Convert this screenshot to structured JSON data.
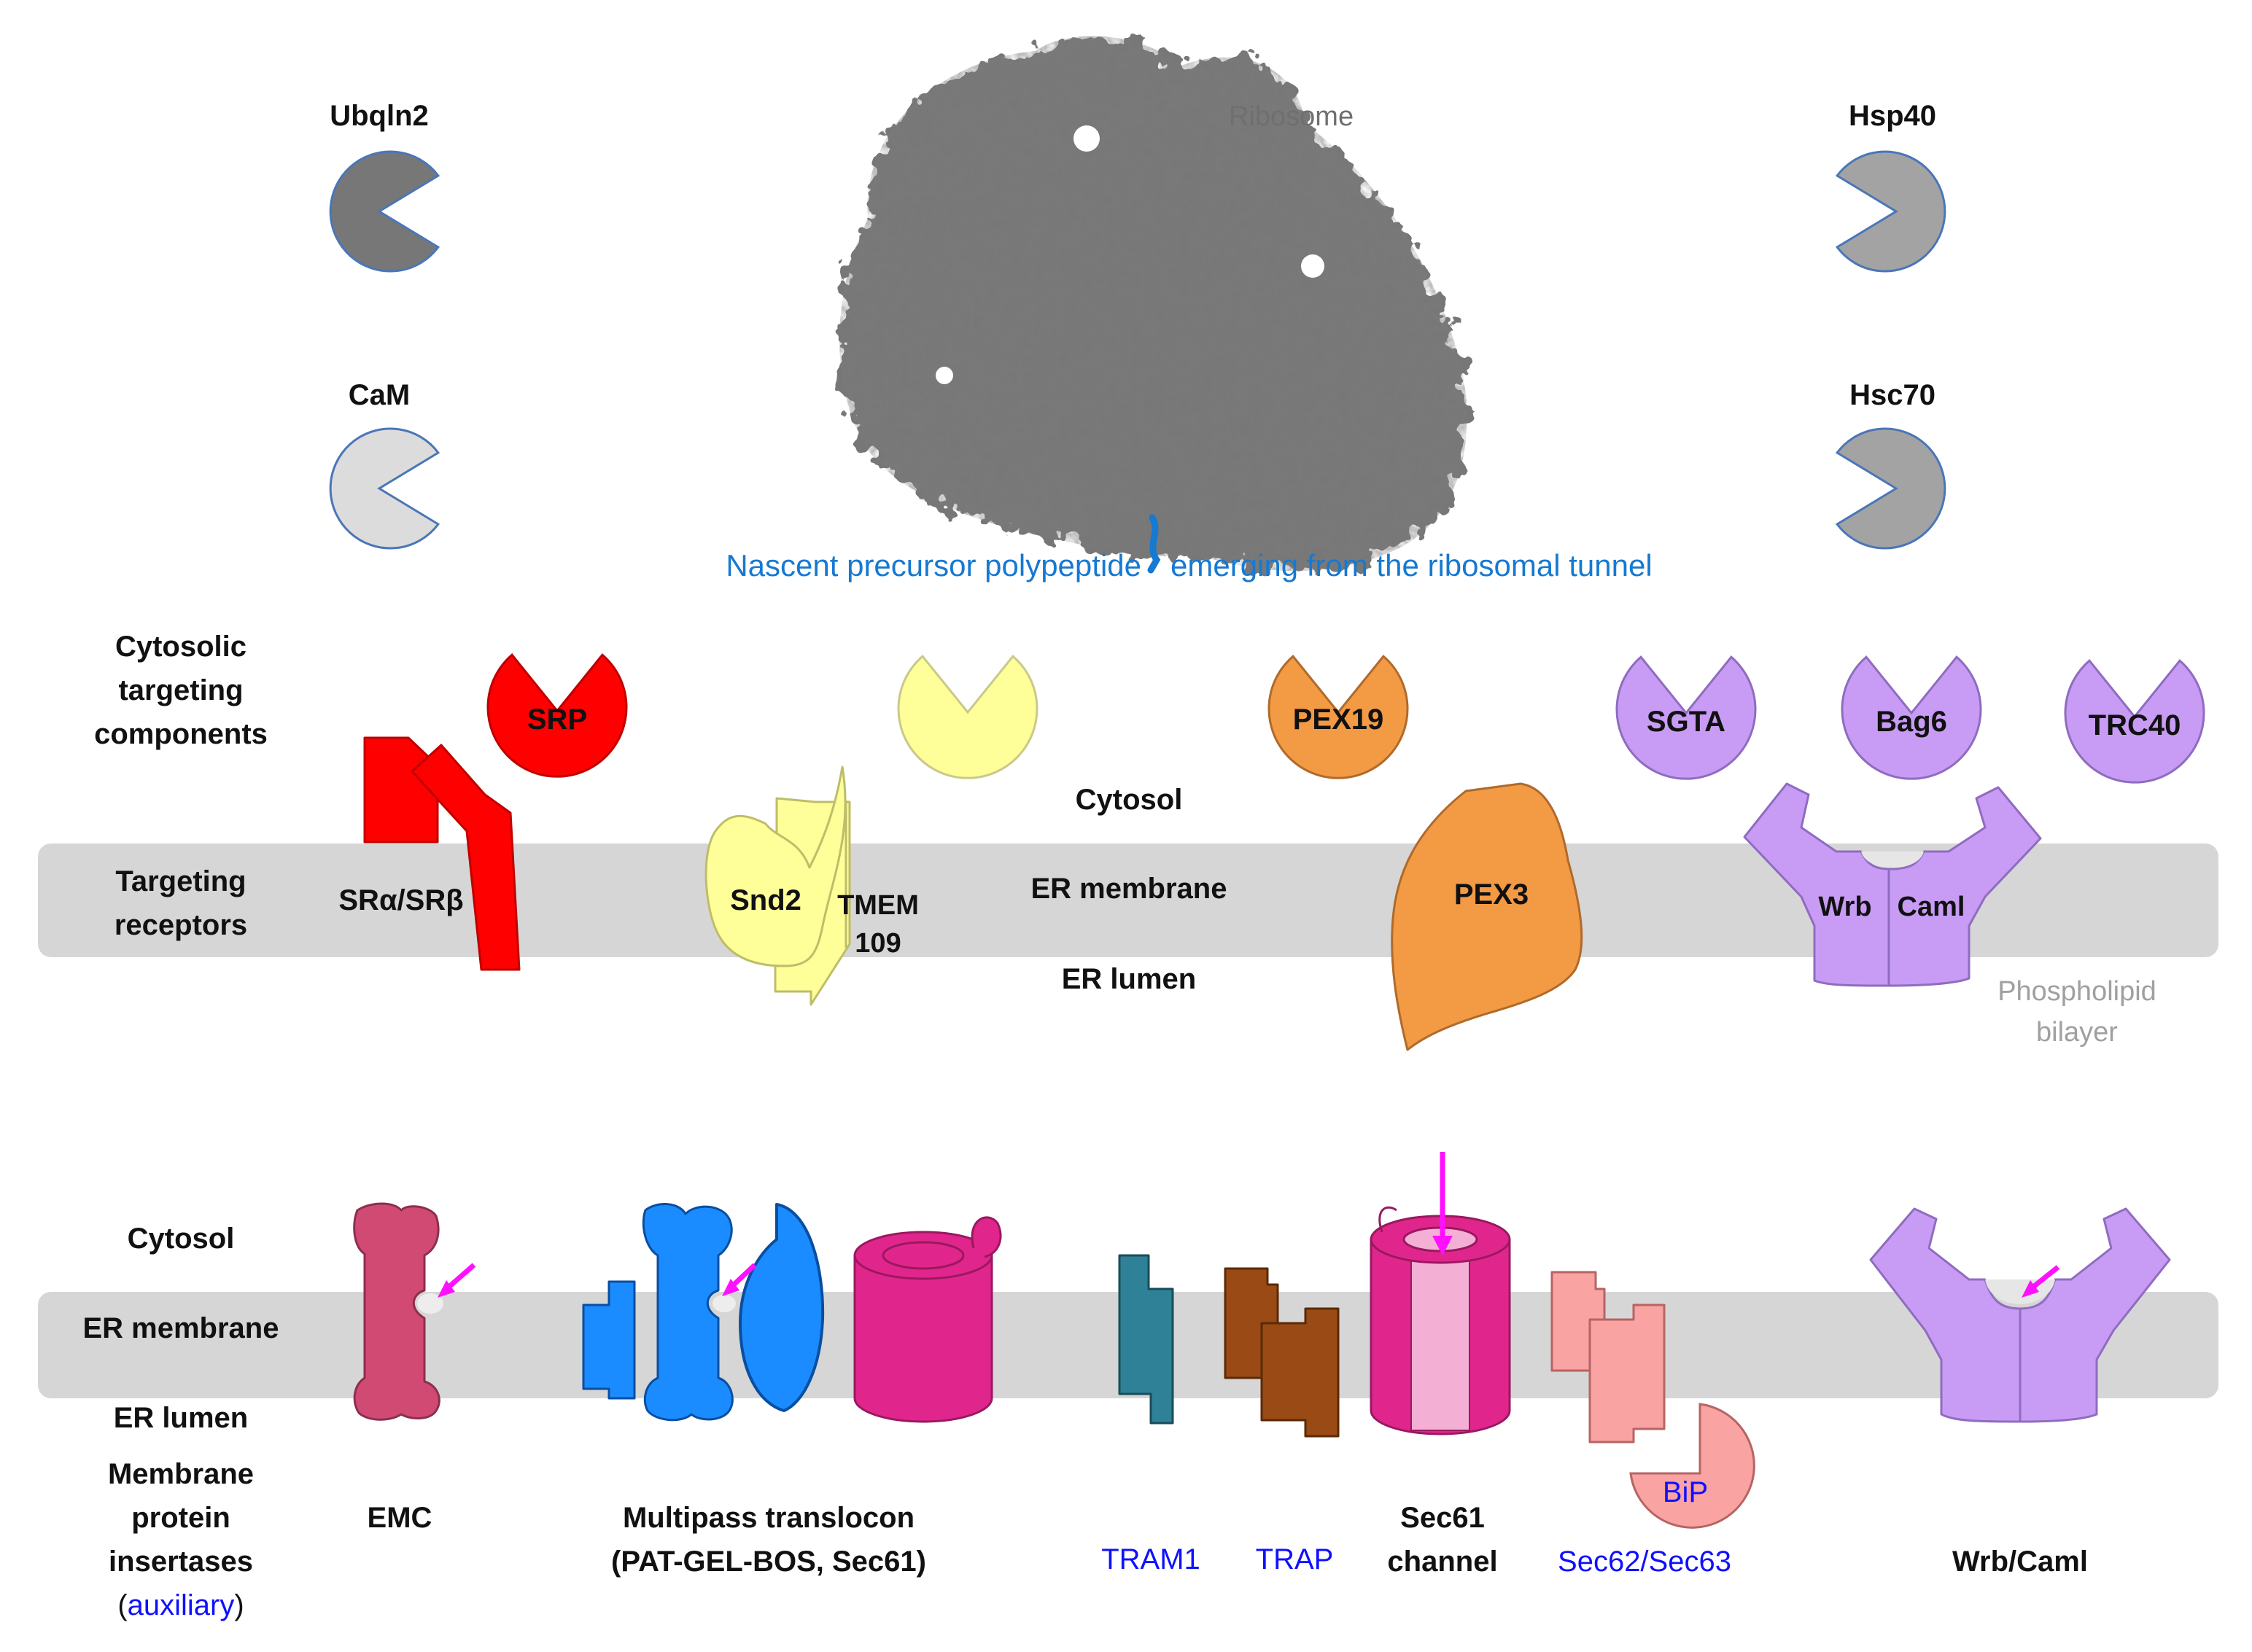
{
  "colors": {
    "membrane": "#d6d6d6",
    "ribosome": "#7a7a7a",
    "srp_red": "#ff0000",
    "yellow": "#ffff99",
    "orange": "#f39a45",
    "purple": "#c89cf4",
    "magenta": "#e0268c",
    "light_magenta": "#f4b0d4",
    "blue": "#1a8cff",
    "pink_emc": "#d14a74",
    "teal": "#2e8196",
    "brown": "#9a4a14",
    "salmon": "#f9a3a3",
    "arrow": "#ff10ff",
    "nascent_blue": "#1679d2",
    "auxiliary_blue": "#1010ff",
    "bilayer_grey": "#a0a0a0"
  },
  "top": {
    "ribosome": "Ribosome",
    "nascent_left": "Nascent precursor polypeptide",
    "nascent_right": "emerging from the ribosomal tunnel",
    "ubqln2": "Ubqln2",
    "cam": "CaM",
    "hsp40": "Hsp40",
    "hsc70": "Hsc70"
  },
  "targeting": {
    "cytosolic_line1": "Cytosolic",
    "cytosolic_line2": "targeting",
    "cytosolic_line3": "components",
    "receptors_line1": "Targeting",
    "receptors_line2": "receptors",
    "srp": "SRP",
    "pex19": "PEX19",
    "sgta": "SGTA",
    "bag6": "Bag6",
    "trc40": "TRC40",
    "sr": "SRα/SRβ",
    "snd2": "Snd2",
    "tmem_line1": "TMEM",
    "tmem_line2": "109",
    "pex3": "PEX3",
    "wrb": "Wrb",
    "caml": "Caml",
    "cytosol": "Cytosol",
    "er_membrane": "ER membrane",
    "er_lumen": "ER lumen",
    "bilayer_line1": "Phospholipid",
    "bilayer_line2": "bilayer"
  },
  "insertases": {
    "cytosol": "Cytosol",
    "er_membrane": "ER membrane",
    "er_lumen": "ER lumen",
    "label_line1": "Membrane",
    "label_line2": "protein",
    "label_line3": "insertases",
    "paren_open": "(",
    "auxiliary": "auxiliary",
    "paren_close": ")",
    "emc": "EMC",
    "multipass_line1": "Multipass translocon",
    "multipass_line2": "(PAT-GEL-BOS, Sec61)",
    "tram1": "TRAM1",
    "trap": "TRAP",
    "sec61_line1": "Sec61",
    "sec61_line2": "channel",
    "sec62": "Sec62/Sec63",
    "bip": "BiP",
    "wrbcaml": "Wrb/Caml"
  }
}
